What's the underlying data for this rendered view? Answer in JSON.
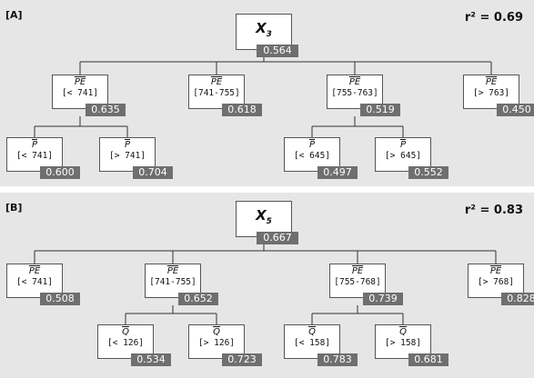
{
  "panels": [
    {
      "id": "A",
      "label": "[A]",
      "r2": "r² = 0.69",
      "root": {
        "var": "X",
        "sub": "3",
        "value": "0.564"
      },
      "splits": [
        {
          "var": "PE",
          "cond": "[< 741]",
          "value": "0.635",
          "children": [
            {
              "var": "P",
              "cond": "[< 741]",
              "value": "0.600"
            },
            {
              "var": "P",
              "cond": "[> 741]",
              "value": "0.704"
            }
          ]
        },
        {
          "var": "PE",
          "cond": "[741-755]",
          "value": "0.618",
          "children": []
        },
        {
          "var": "PE",
          "cond": "[755-763]",
          "value": "0.519",
          "children": [
            {
              "var": "P",
              "cond": "[< 645]",
              "value": "0.497"
            },
            {
              "var": "P",
              "cond": "[> 645]",
              "value": "0.552"
            }
          ]
        },
        {
          "var": "PE",
          "cond": "[> 763]",
          "value": "0.450",
          "children": []
        }
      ]
    },
    {
      "id": "B",
      "label": "[B]",
      "r2": "r² = 0.83",
      "root": {
        "var": "X",
        "sub": "5",
        "value": "0.667"
      },
      "splits": [
        {
          "var": "PE",
          "cond": "[< 741]",
          "value": "0.508",
          "children": []
        },
        {
          "var": "PE",
          "cond": "[741-755]",
          "value": "0.652",
          "children": [
            {
              "var": "Q",
              "cond": "[< 126]",
              "value": "0.534"
            },
            {
              "var": "Q",
              "cond": "[> 126]",
              "value": "0.723"
            }
          ]
        },
        {
          "var": "PE",
          "cond": "[755-768]",
          "value": "0.739",
          "children": [
            {
              "var": "Q",
              "cond": "[< 158]",
              "value": "0.783"
            },
            {
              "var": "Q",
              "cond": "[> 158]",
              "value": "0.681"
            }
          ]
        },
        {
          "var": "PE",
          "cond": "[> 768]",
          "value": "0.828",
          "children": []
        }
      ]
    }
  ]
}
